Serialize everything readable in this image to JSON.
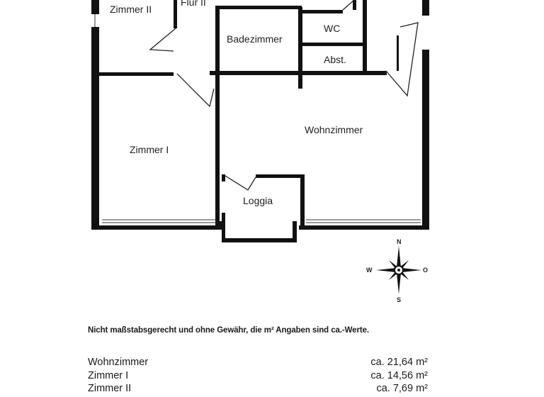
{
  "rooms": {
    "zimmer2": "Zimmer II",
    "flur2": "Flur II",
    "badezimmer": "Badezimmer",
    "wc": "WC",
    "abst": "Abst.",
    "zimmer1": "Zimmer I",
    "wohnzimmer": "Wohnzimmer",
    "loggia": "Loggia"
  },
  "compass": {
    "n": "N",
    "s": "S",
    "w": "W",
    "o": "O"
  },
  "note": "Nicht maßstabsgerecht und ohne Gewähr, die m² Angaben sind ca.-Werte.",
  "areas": [
    {
      "room": "Wohnzimmer",
      "size": "ca. 21,64 m²"
    },
    {
      "room": "Zimmer I",
      "size": "ca. 14,56 m²"
    },
    {
      "room": "Zimmer II",
      "size": "ca. 7,69 m²"
    }
  ]
}
